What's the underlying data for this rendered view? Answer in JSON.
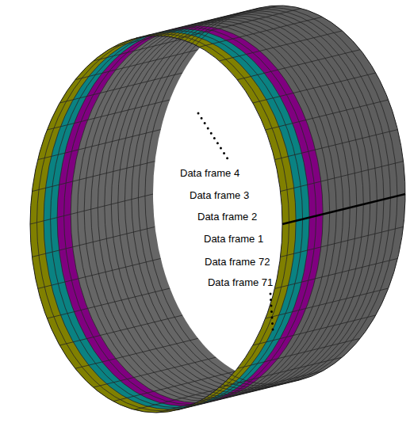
{
  "diagram": {
    "labels": [
      "Data frame 4",
      "Data frame 3",
      "Data frame 2",
      "Data frame 1",
      "Data frame 72",
      "Data frame 71"
    ]
  }
}
